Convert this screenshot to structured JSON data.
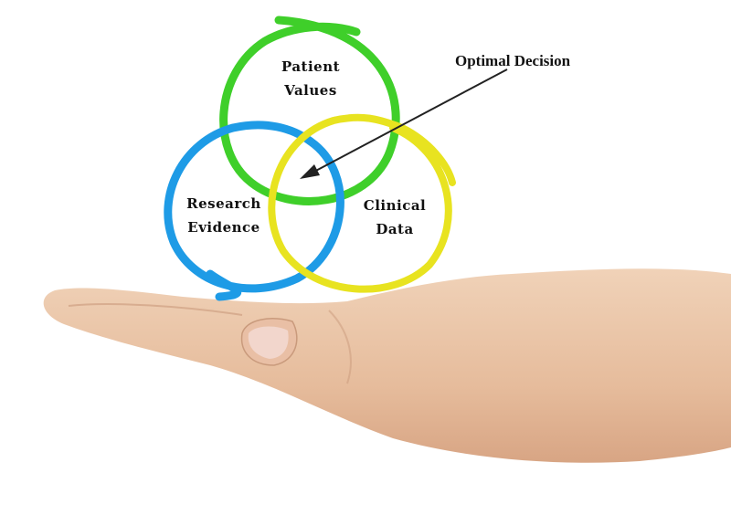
{
  "diagram": {
    "title": "Optimal Decision",
    "circles": [
      {
        "line1": "Patient",
        "line2": "Values",
        "color": "#3fcf2a"
      },
      {
        "line1": "Research",
        "line2": "Evidence",
        "color": "#1e9be6"
      },
      {
        "line1": "Clinical",
        "line2": "Data",
        "color": "#e8e320"
      }
    ]
  },
  "colors": {
    "skin": "#eac3a4",
    "skin_shadow": "#c99a7c",
    "nail": "#f2cfc2"
  }
}
